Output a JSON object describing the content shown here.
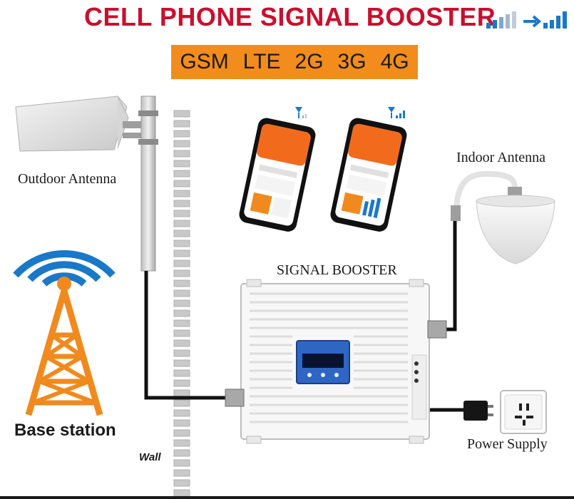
{
  "header": {
    "title": "CELL PHONE SIGNAL BOOSTER",
    "bands": [
      "GSM",
      "LTE",
      "2G",
      "3G",
      "4G"
    ]
  },
  "labels": {
    "outdoor_antenna": "Outdoor Antenna",
    "indoor_antenna": "Indoor Antenna",
    "signal_booster": "SIGNAL BOOSTER",
    "base_station": "Base station",
    "power_supply": "Power Supply",
    "wall": "Wall"
  },
  "colors": {
    "title_red": "#c8102e",
    "band_orange": "#f28c1c",
    "tower_orange": "#f08a1e",
    "wave_blue": "#1a78c8",
    "cable": "#111111"
  }
}
